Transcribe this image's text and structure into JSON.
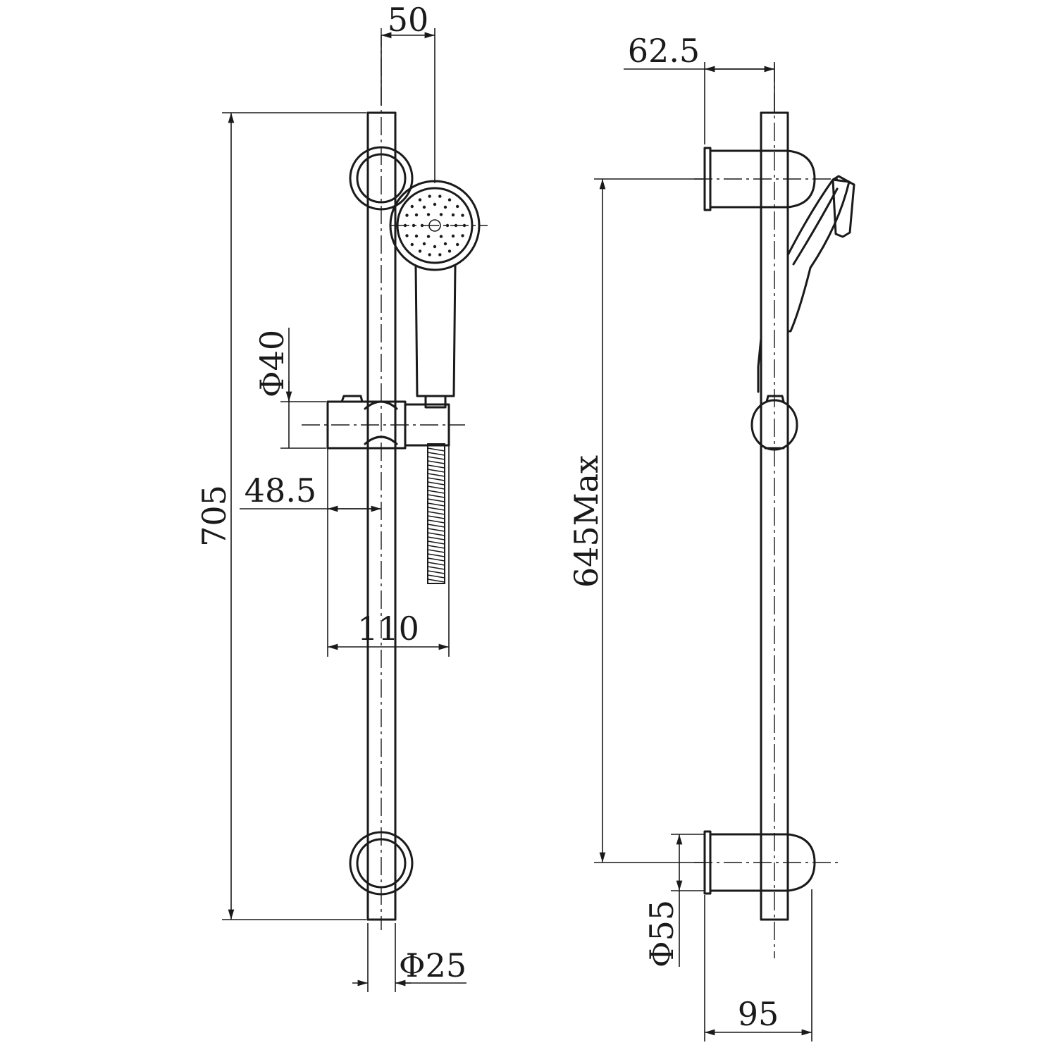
{
  "colors": {
    "line": "#1a1a1a",
    "background": "#ffffff"
  },
  "front_view": {
    "dimensions": {
      "head_offset": "50",
      "overall_length": "705",
      "slider_diameter": "Φ40",
      "slider_offset": "48.5",
      "slider_width": "110",
      "rail_diameter": "Φ25"
    }
  },
  "side_view": {
    "dimensions": {
      "bracket_depth": "62.5",
      "adjustable_length": "645Max",
      "bracket_diameter": "Φ55",
      "wall_projection": "95"
    }
  }
}
